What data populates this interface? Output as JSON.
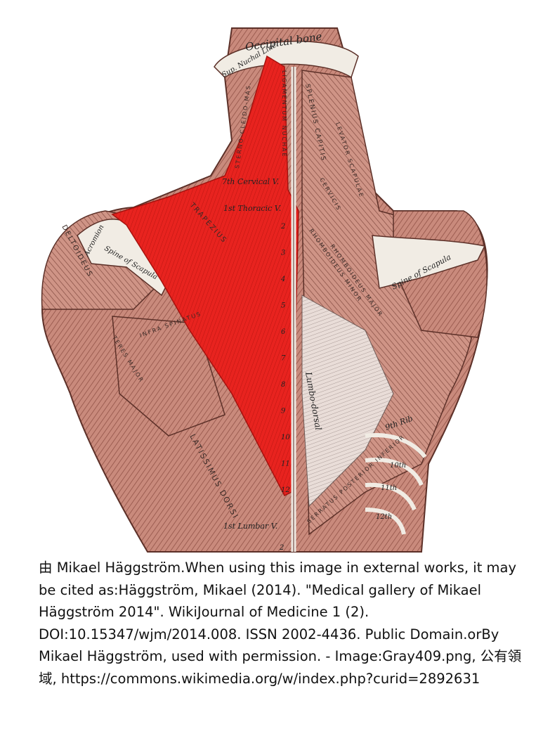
{
  "labels": {
    "occipital_bone": "Occipital bone",
    "sup_nuchal_line": "Sup. Nuchal Line",
    "sterno_cleido_mas": "STERNO-CLEIDO-MAS.",
    "ligamentum_nuchae": "LIGAMENTUM NUCHAE",
    "splenius_capitis": "SPLENIUS CAPITIS",
    "splenius_cervicis": "CERVICIS",
    "levator_scapulae": "LEVATOR SCAPULAE",
    "c7": "7th Cervical V.",
    "t1": "1st Thoracic V.",
    "acromion": "Acromion",
    "spine_of_scapula_left": "Spine of Scapula",
    "spine_of_scapula_right": "Spine of Scapula",
    "deltoideus": "DELTOIDEUS",
    "trapezius": "TRAPEZIUS",
    "rhomboideus_minor": "RHOMBOIDEUS MINOR",
    "rhomboideus_major": "RHOMBOIDEUS MAJOR",
    "infraspinatus": "INFRA SPINATUS",
    "teres_major": "TERES MAJOR",
    "latissimus_dorsi": "LATISSIMUS DORSI",
    "lumbo_dorsal": "Lumbo-dorsal",
    "serratus_posterior_inferior": "SERRATUS POSTERIOR INFERIOR",
    "rib_9": "9th Rib",
    "rib_10": "10th",
    "rib_11": "11th",
    "rib_12": "12th",
    "l1": "1st Lumbar V.",
    "vertebra_numbers": [
      "2",
      "3",
      "4",
      "5",
      "6",
      "7",
      "8",
      "9",
      "10",
      "11",
      "12"
    ],
    "lumbar_2": "2"
  },
  "caption": {
    "text": "由 Mikael Häggström.When using this image in external works, it may be cited as:Häggström, Mikael (2014). \"Medical gallery of Mikael Häggström 2014\". WikiJournal of Medicine 1 (2). DOI:10.15347/wjm/2014.008. ISSN 2002-4436. Public Domain.orBy Mikael Häggström, used with permission. - Image:Gray409.png, 公有領域, https://commons.wikimedia.org/w/index.php?curid=2892631"
  },
  "colors": {
    "muscle": "#c98a7c",
    "muscle_dark": "#8a4b40",
    "trapezius": "#e8231f",
    "bone": "#f1ece4"
  }
}
